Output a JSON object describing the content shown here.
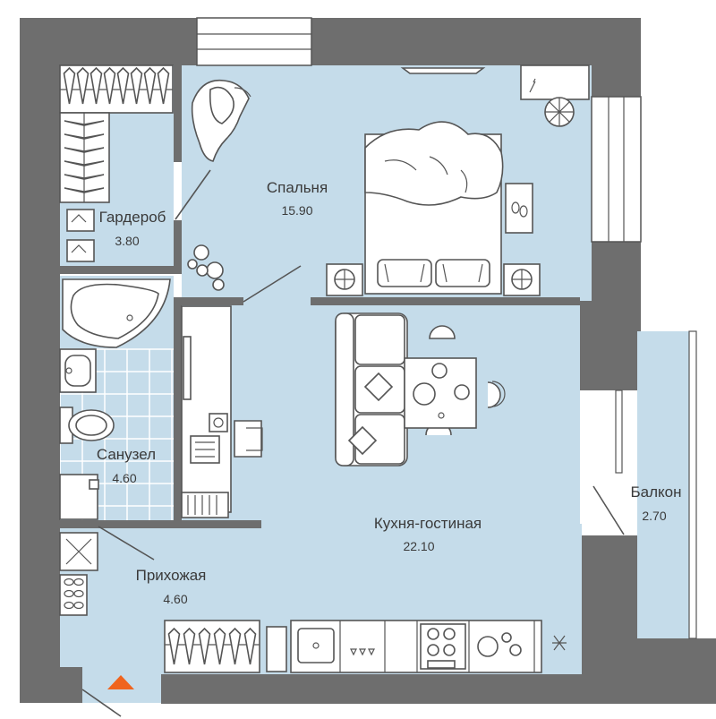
{
  "colors": {
    "wall": "#6e6e6e",
    "floor": "#c5dcea",
    "furniture_fill": "#ffffff",
    "furniture_stroke": "#555555",
    "tile_line": "#ffffff",
    "entrance_marker": "#f0641e",
    "text": "#3a3a3a"
  },
  "rooms": {
    "bedroom": {
      "name": "Спальня",
      "area": "15.90"
    },
    "wardrobe": {
      "name": "Гардероб",
      "area": "3.80"
    },
    "bathroom": {
      "name": "Санузел",
      "area": "4.60"
    },
    "hallway": {
      "name": "Прихожая",
      "area": "4.60"
    },
    "kitchen_living": {
      "name": "Кухня-гостиная",
      "area": "22.10"
    },
    "balcony": {
      "name": "Балкон",
      "area": "2.70"
    }
  },
  "icons": {
    "entrance": "entrance-arrow-icon",
    "bed": "bed-icon",
    "sofa": "sofa-icon",
    "armchair": "armchair-icon",
    "bathtub": "bathtub-icon",
    "toilet": "toilet-icon",
    "sink": "sink-icon",
    "stove": "stove-icon",
    "table": "dining-table-icon",
    "desk": "desk-icon",
    "plant": "plant-icon"
  }
}
